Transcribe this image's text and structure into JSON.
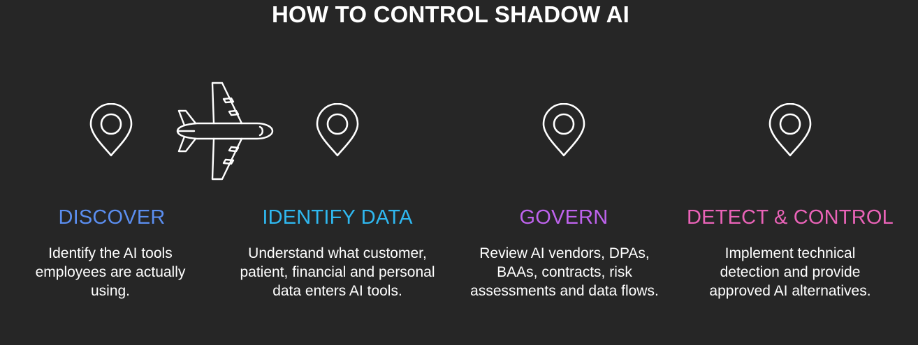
{
  "header": {
    "title": "HOW TO CONTROL SHADOW AI"
  },
  "steps": [
    {
      "title": "DISCOVER",
      "color": "#5b8ef0",
      "description": "Identify the AI tools employees are actually using."
    },
    {
      "title": "IDENTIFY DATA",
      "color": "#2fb8f0",
      "description": "Understand what customer, patient, financial and personal data enters AI tools."
    },
    {
      "title": "GOVERN",
      "color": "#bf63ee",
      "description": "Review AI vendors, DPAs, BAAs, contracts, risk assessments and data flows."
    },
    {
      "title": "DETECT & CONTROL",
      "color": "#ea63b8",
      "description": "Implement technical detection and provide approved AI alternatives."
    }
  ],
  "icons": {
    "pin": "location-pin-icon",
    "plane": "airplane-icon"
  }
}
